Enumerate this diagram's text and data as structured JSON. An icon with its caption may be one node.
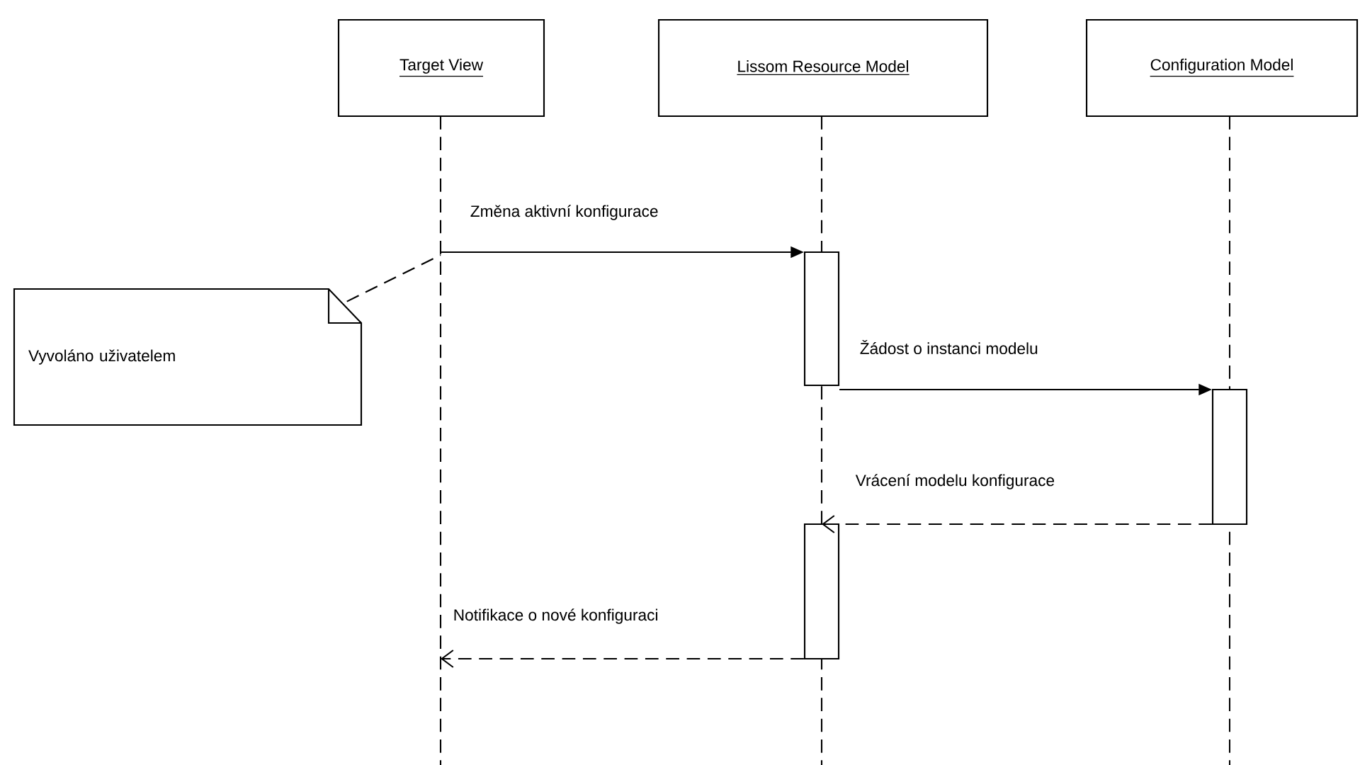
{
  "diagram": {
    "nodes": [
      {
        "text": [
          "Target View"
        ]
      },
      {
        "text": [
          "Lissom Resource Model"
        ]
      },
      {
        "text": [
          "Configuration Model"
        ]
      },
      {
        "text": [
          "Vyvoláno uživatelem"
        ]
      },
      {
        "text": [],
        "shape": "bar"
      },
      {
        "text": [],
        "shape": "bar"
      },
      {
        "text": [],
        "shape": "bar"
      }
    ],
    "edges": [
      {
        "from": null,
        "to": 4,
        "arrow": "to",
        "label": "Změna aktivní konfigurace"
      },
      {
        "from": 4,
        "to": 5,
        "arrow": "to",
        "label": "Žádost o instanci modelu"
      },
      {
        "from": 5,
        "to": 6,
        "arrow": "to",
        "label": "Vrácení modelu konfigurace",
        "style": "dashed"
      },
      {
        "from": 6,
        "to": null,
        "arrow": "to",
        "label": "Notifikace o nové konfiguraci",
        "style": "dashed"
      },
      {
        "from": 3,
        "to": null,
        "arrow": "none",
        "style": "dashed"
      }
    ]
  }
}
